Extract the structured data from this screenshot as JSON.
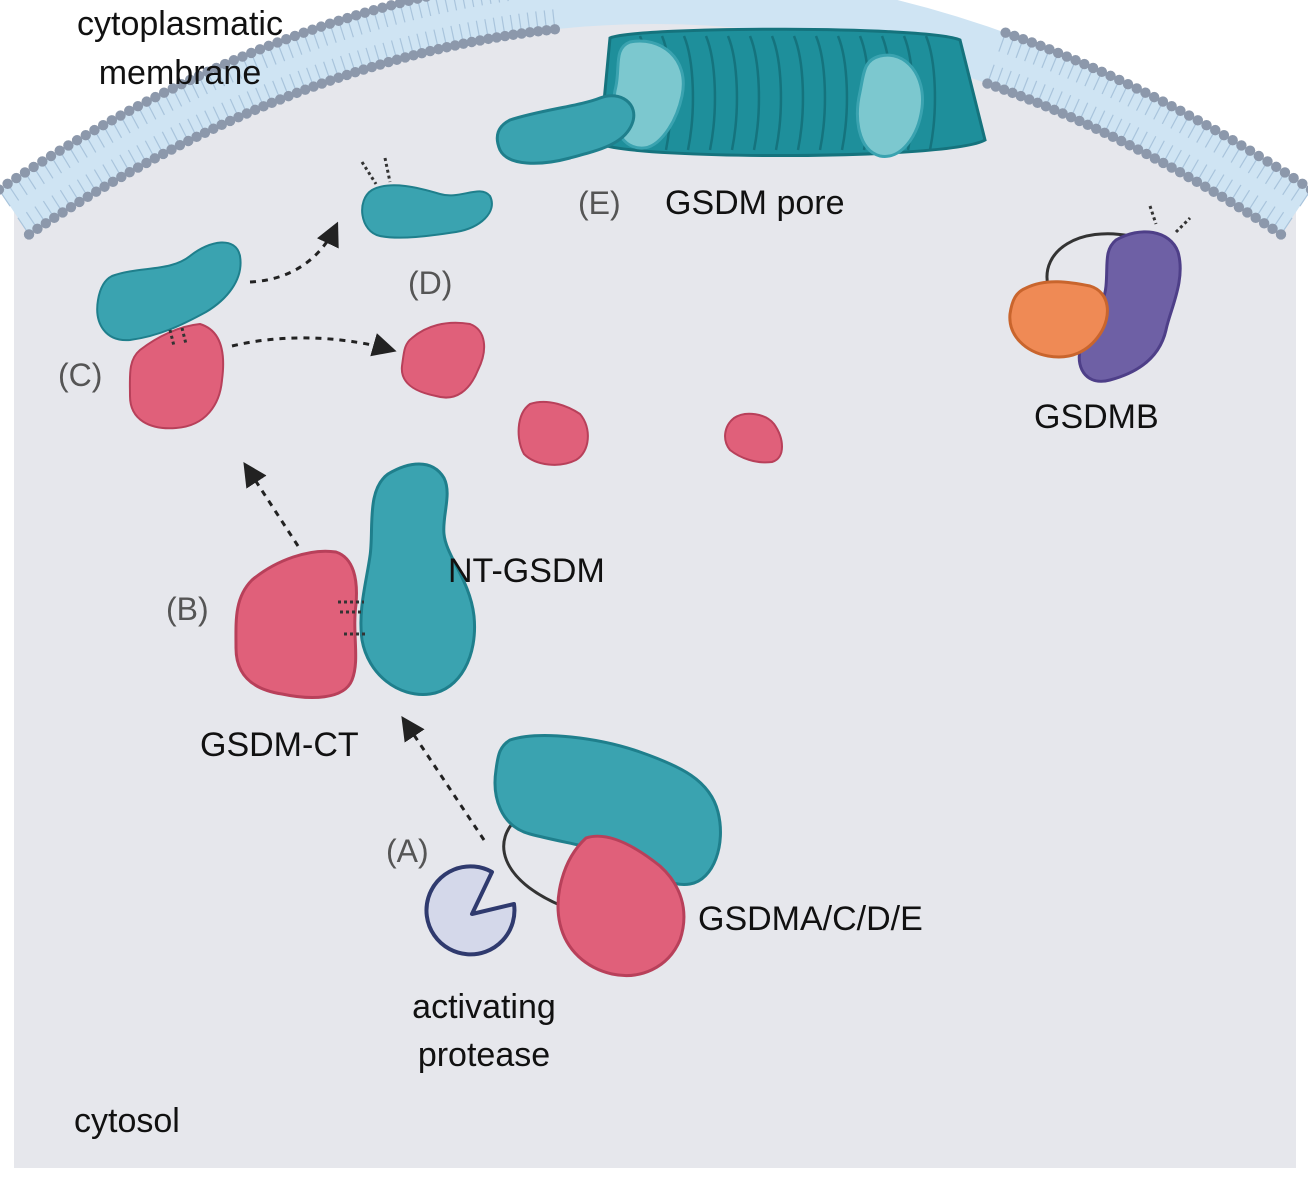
{
  "labels": {
    "membrane_line1": "cytoplasmatic",
    "membrane_line2": "membrane",
    "pore": "GSDM pore",
    "gsdmb": "GSDMB",
    "nt_gsdm": "NT-GSDM",
    "gsdm_ct": "GSDM-CT",
    "full_length": "GSDMA/C/D/E",
    "protease_line1": "activating",
    "protease_line2": "protease",
    "cytosol": "cytosol"
  },
  "steps": {
    "a": "(A)",
    "b": "(B)",
    "c": "(C)",
    "d": "(D)",
    "e": "(E)"
  },
  "colors": {
    "teal": "#3aa3b0",
    "teal_dark": "#1f7f8c",
    "pink": "#e0607a",
    "pink_dark": "#b8405a",
    "orange": "#ef8a55",
    "purple": "#6e60a5",
    "protease": "#d4d8ea",
    "cytosol": "#e6e7ec",
    "lipid_head": "#8c98ab"
  }
}
